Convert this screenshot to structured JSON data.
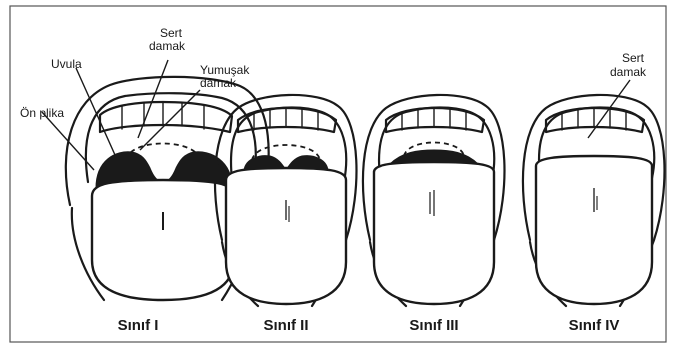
{
  "labels": {
    "hard_palate_1": [
      "Sert",
      "damak"
    ],
    "uvula": "Uvula",
    "soft_palate": [
      "Yumuşak",
      "damak"
    ],
    "anterior_pillar": "Ön plika",
    "hard_palate_4": [
      "Sert",
      "damak"
    ]
  },
  "captions": [
    "Sınıf I",
    "Sınıf II",
    "Sınıf III",
    "Sınıf IV"
  ],
  "colors": {
    "ink": "#1a1a1a",
    "border": "#555555",
    "background": "#ffffff"
  }
}
